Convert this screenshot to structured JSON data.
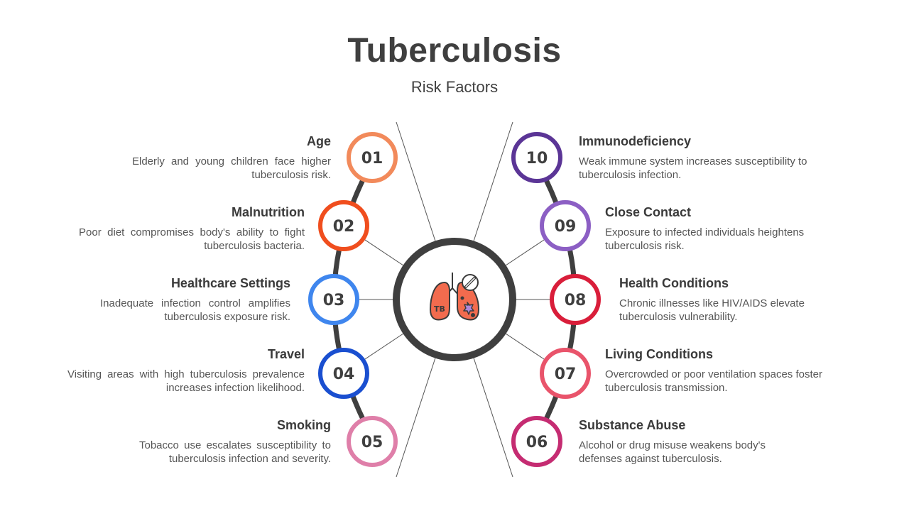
{
  "title": "Tuberculosis",
  "subtitle": "Risk Factors",
  "center": {
    "icon": "lungs-tb-icon",
    "icon_text": "TB"
  },
  "factors": [
    {
      "num": "01",
      "title": "Age",
      "desc": "Elderly and young children face higher tuberculosis risk.",
      "color": "#F28A5B"
    },
    {
      "num": "02",
      "title": "Malnutrition",
      "desc": "Poor diet compromises body's ability to fight tuberculosis bacteria.",
      "color": "#F04E1E"
    },
    {
      "num": "03",
      "title": "Healthcare Settings",
      "desc": "Inadequate infection control amplifies tuberculosis exposure risk.",
      "color": "#3F86EE"
    },
    {
      "num": "04",
      "title": "Travel",
      "desc": "Visiting areas with high tuberculosis prevalence increases infection likelihood.",
      "color": "#1A4FD0"
    },
    {
      "num": "05",
      "title": "Smoking",
      "desc": "Tobacco use escalates susceptibility to tuberculosis infection and severity.",
      "color": "#DF7FA9"
    },
    {
      "num": "06",
      "title": "Substance Abuse",
      "desc": "Alcohol or drug misuse weakens body's defenses against tuberculosis.",
      "color": "#C52C72"
    },
    {
      "num": "07",
      "title": "Living Conditions",
      "desc": "Overcrowded or poor ventilation spaces foster tuberculosis transmission.",
      "color": "#E9546B"
    },
    {
      "num": "08",
      "title": "Health Conditions",
      "desc": "Chronic illnesses like HIV/AIDS elevate tuberculosis vulnerability.",
      "color": "#D91E3A"
    },
    {
      "num": "09",
      "title": "Close Contact",
      "desc": "Exposure to infected individuals heightens tuberculosis risk.",
      "color": "#8C5FC4"
    },
    {
      "num": "10",
      "title": "Immunodeficiency",
      "desc": "Weak immune system increases susceptibility to tuberculosis infection.",
      "color": "#5B3596"
    }
  ]
}
